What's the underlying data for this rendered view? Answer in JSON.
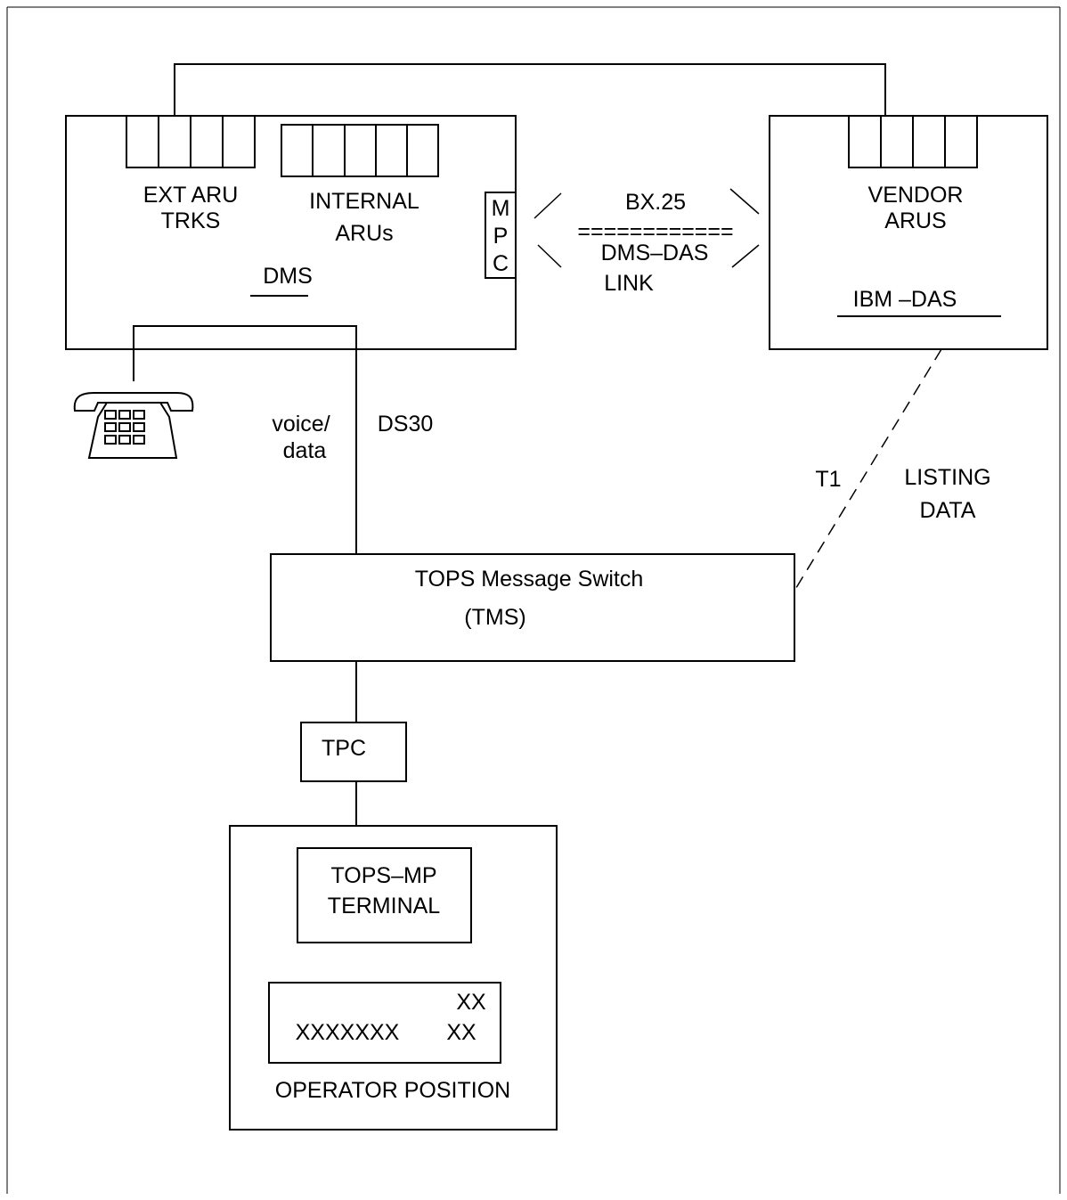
{
  "diagram": {
    "dms": {
      "label": "DMS",
      "ext_aru_line1": "EXT ARU",
      "ext_aru_line2": "TRKS",
      "internal_line1": "INTERNAL",
      "internal_line2": "ARUs",
      "mpc": [
        "M",
        "P",
        "C"
      ]
    },
    "link": {
      "protocol": "BX.25",
      "rule": "============",
      "name_line1": "DMS–DAS",
      "name_line2": "LINK"
    },
    "das": {
      "vendor_line1": "VENDOR",
      "vendor_line2": "ARUS",
      "label": "IBM –DAS"
    },
    "trunk": {
      "voice_line1": "voice/",
      "voice_line2": "data",
      "ds30": "DS30"
    },
    "t1": {
      "label": "T1",
      "listing_line1": "LISTING",
      "listing_line2": "DATA"
    },
    "tms": {
      "line1": "TOPS Message Switch",
      "line2": "(TMS)"
    },
    "tpc": {
      "label": "TPC"
    },
    "operator": {
      "terminal_line1": "TOPS–MP",
      "terminal_line2": "TERMINAL",
      "screen_xx_top": "XX",
      "screen_xs": "XXXXXXX",
      "screen_xx_bottom": "XX",
      "label": "OPERATOR POSITION"
    }
  }
}
